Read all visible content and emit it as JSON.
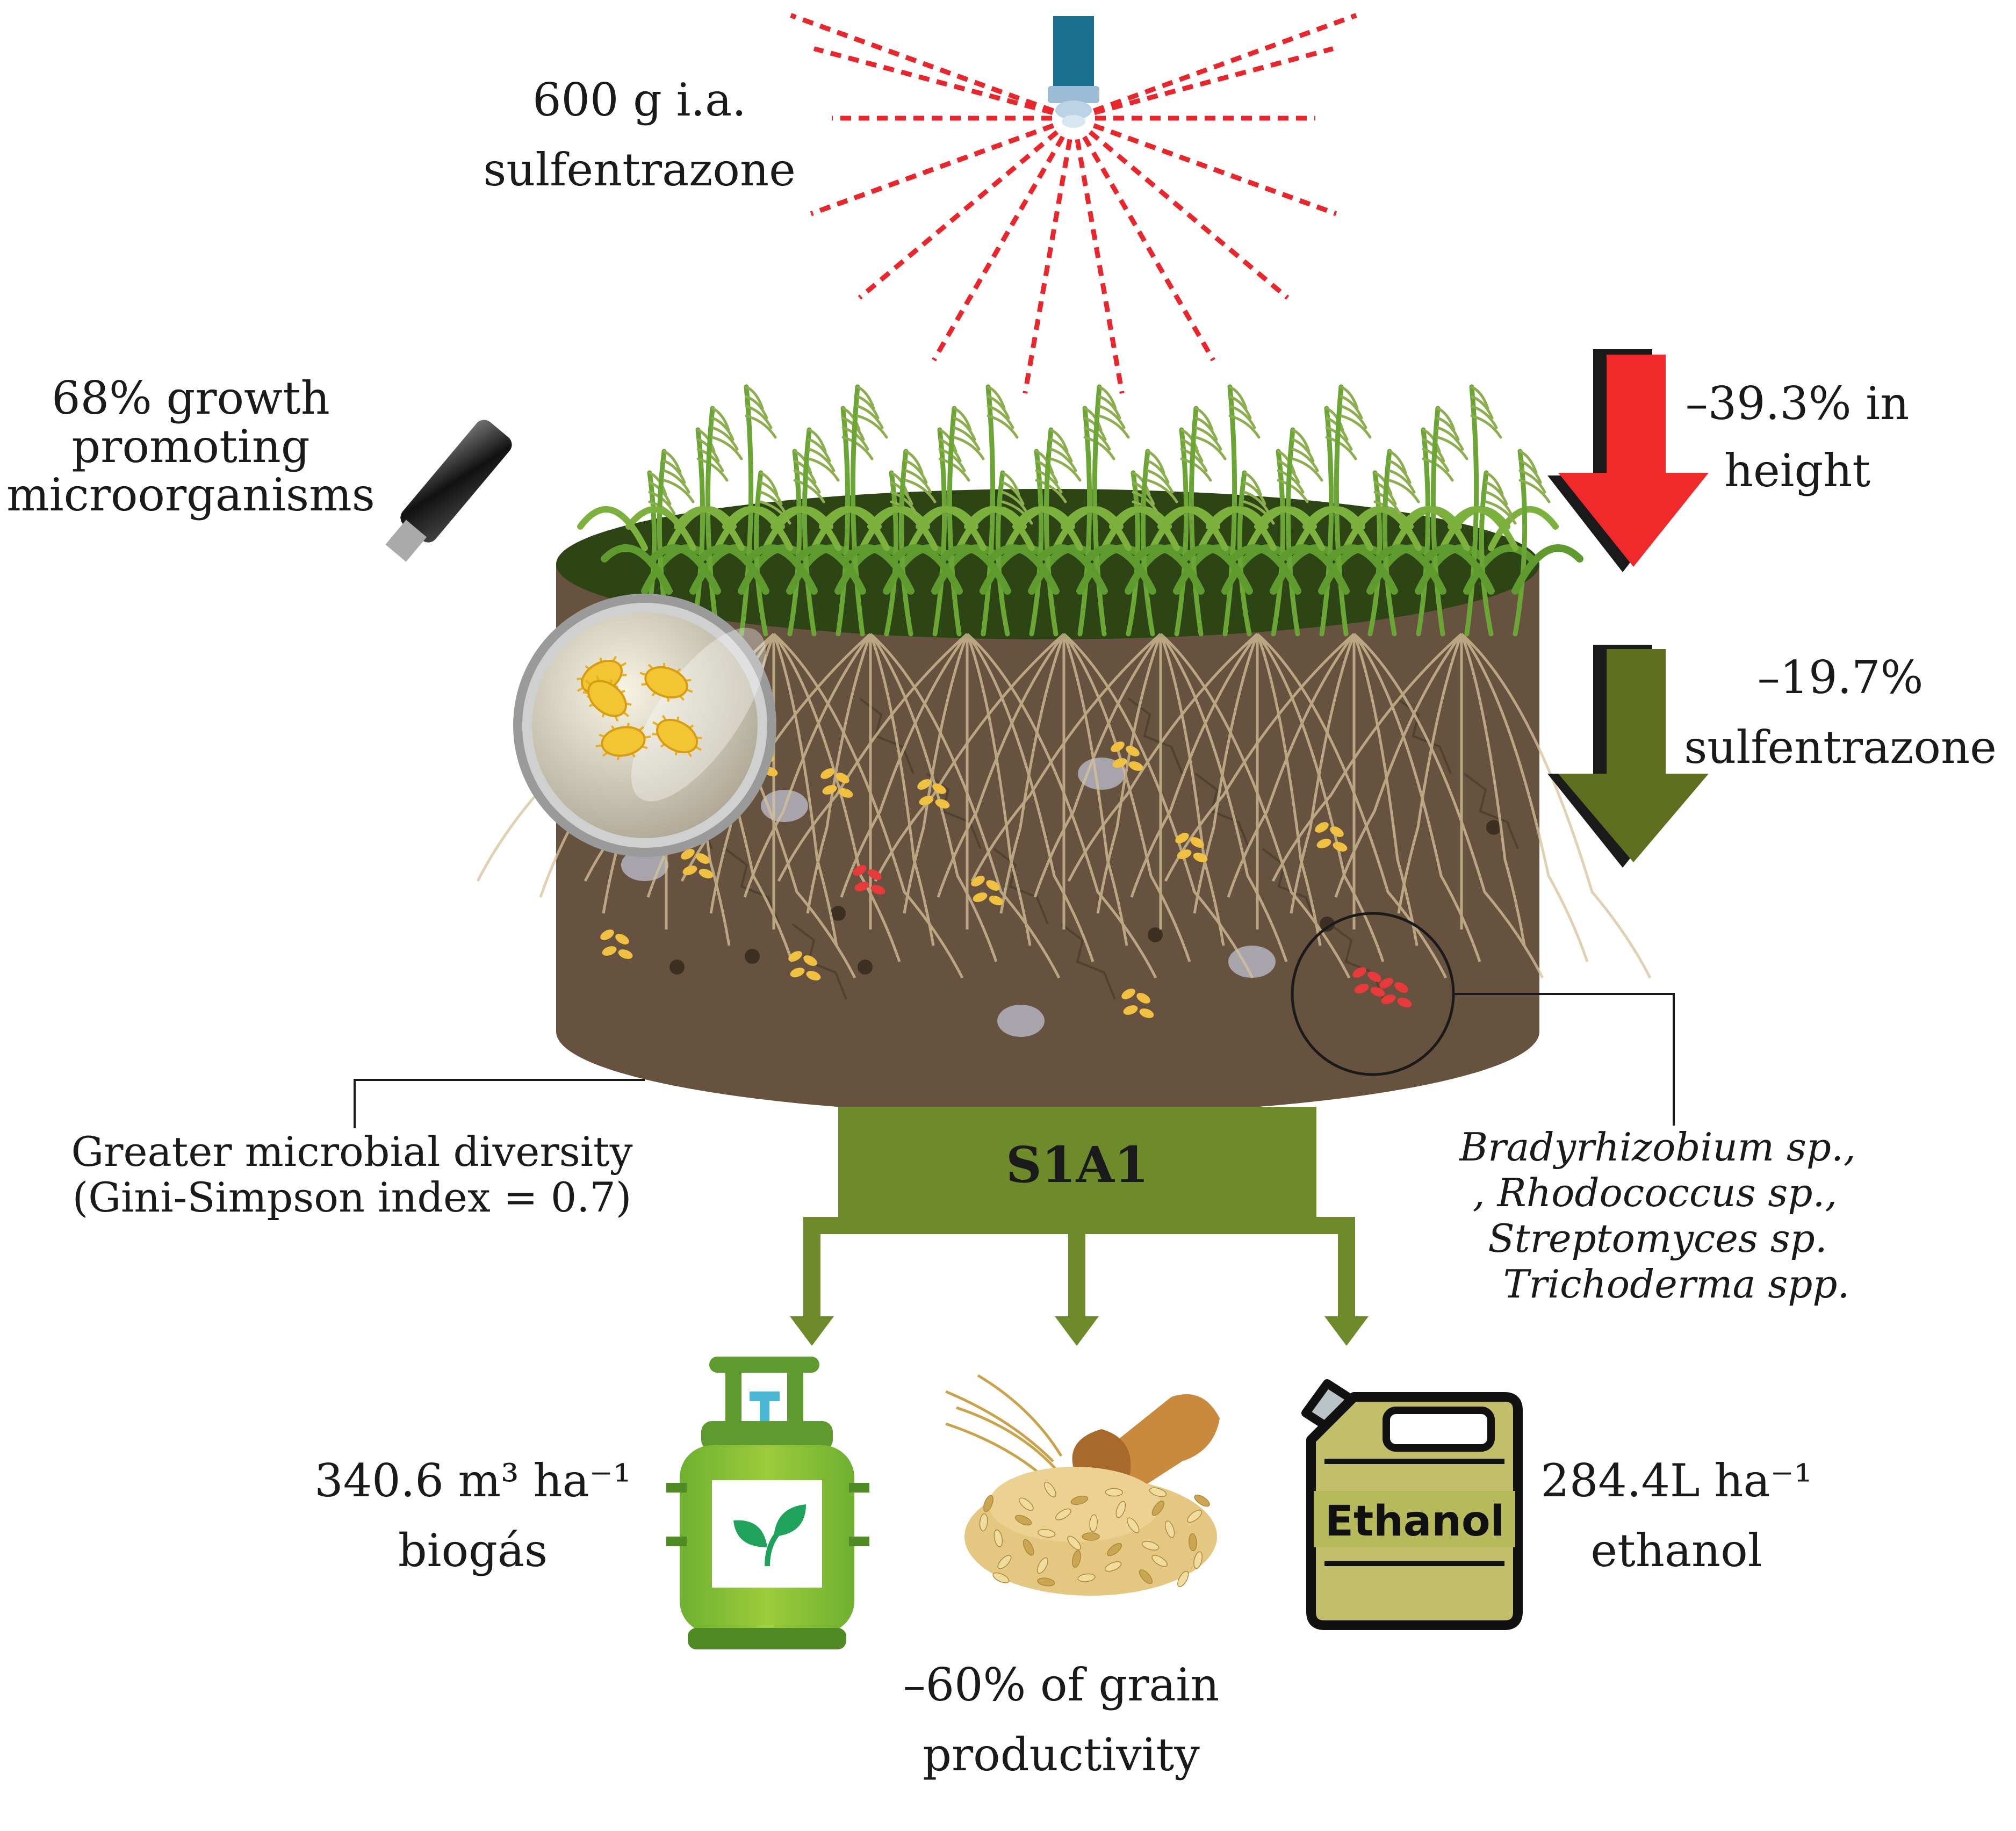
{
  "spray": {
    "dose_line1": "600 g i.a.",
    "dose_line2": "sulfentrazone"
  },
  "magnifier": {
    "line1": "68% growth",
    "line2": "promoting",
    "line3": "microorganisms"
  },
  "height_indicator": {
    "line1": "–39.3% in",
    "line2": "height",
    "arrow_color": "#f02a2a"
  },
  "sulfentrazone_indicator": {
    "line1": "–19.7%",
    "line2": "sulfentrazone",
    "arrow_color": "#5d6e1e"
  },
  "diversity_note": {
    "line1": "Greater microbial diversity",
    "line2": "(Gini-Simpson index = 0.7)"
  },
  "species_note": {
    "line1": "Bradyrhizobium sp.,",
    "line2": ", Rhodococcus sp.,",
    "line3": "Streptomyces sp.",
    "line4": "Trichoderma spp."
  },
  "treatment": {
    "label": "S1A1",
    "color": "#6f8a2a"
  },
  "outputs": {
    "biogas_line1": "340.6 m³ ha⁻¹",
    "biogas_line2": "biogás",
    "grain_line1": "–60% of grain",
    "grain_line2": "productivity",
    "ethanol_line1": "284.4L ha⁻¹",
    "ethanol_line2": "ethanol",
    "ethanol_can_label": "Ethanol"
  },
  "colors": {
    "soil": "#66523f",
    "soil_top": "#2d4415",
    "plant": "#5f9a2e",
    "microbe": "#f0c040",
    "microbe_highlight": "#e83a3a",
    "spray_line": "#e8262b",
    "nozzle": "#1a6e8e"
  }
}
